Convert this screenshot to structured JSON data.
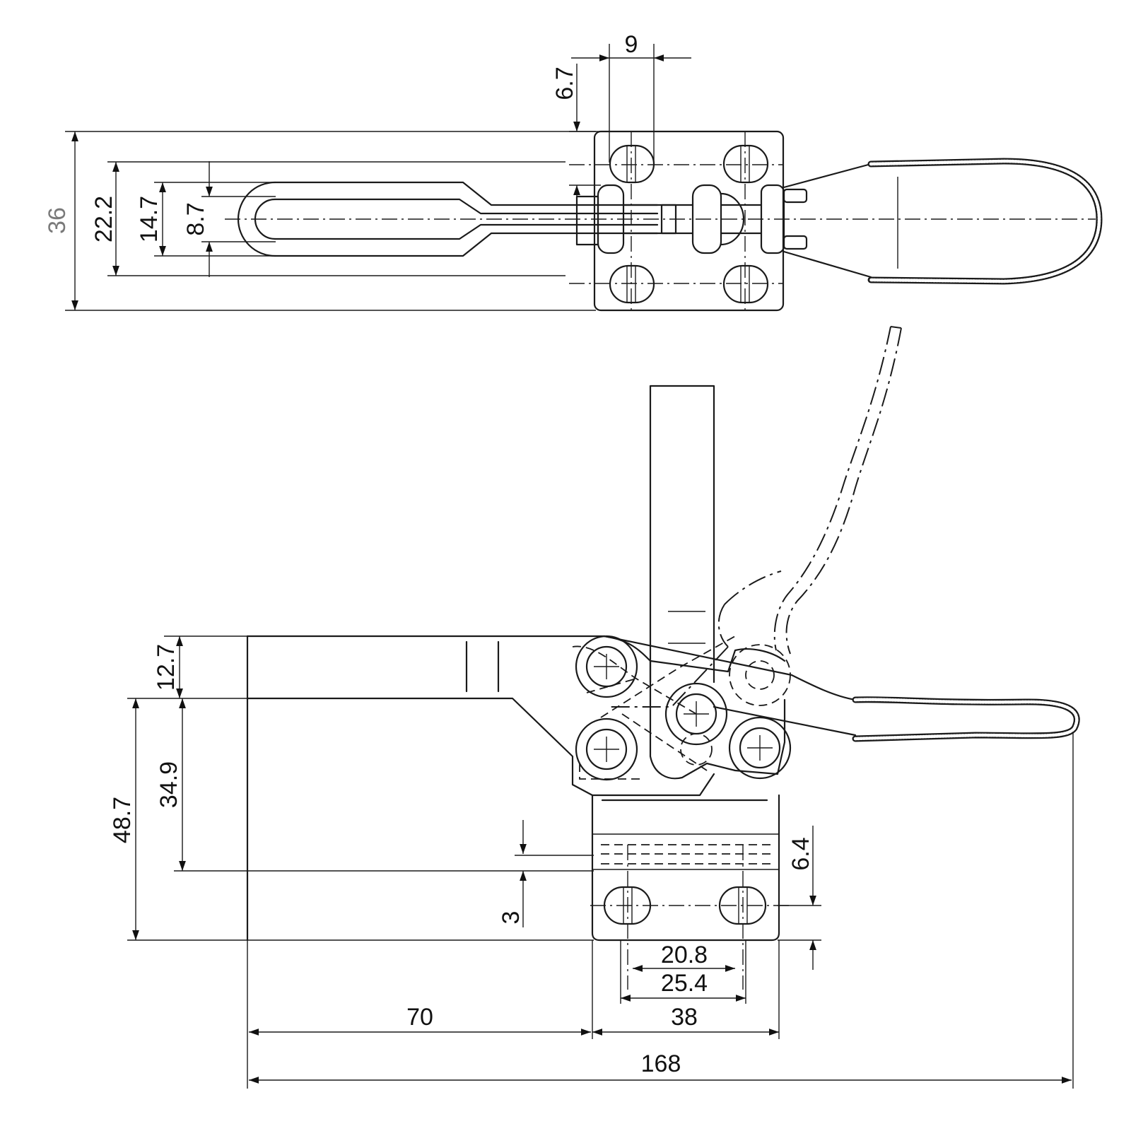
{
  "dimensions": {
    "top_hole_pitch": "9",
    "top_hole_offset": "6.7",
    "top_overall_width": "36",
    "top_slot_outer": "22.2",
    "top_slot_mid": "14.7",
    "top_slot_inner": "8.7",
    "side_arm_thickness": "12.7",
    "side_arm_height": "34.9",
    "side_total_height": "48.7",
    "side_base_thickness": "3",
    "side_hole_offset": "6.4",
    "side_hole_pitch_inner": "20.8",
    "side_hole_pitch_outer": "25.4",
    "side_base_width": "38",
    "side_arm_reach": "70",
    "side_overall_length": "168"
  }
}
